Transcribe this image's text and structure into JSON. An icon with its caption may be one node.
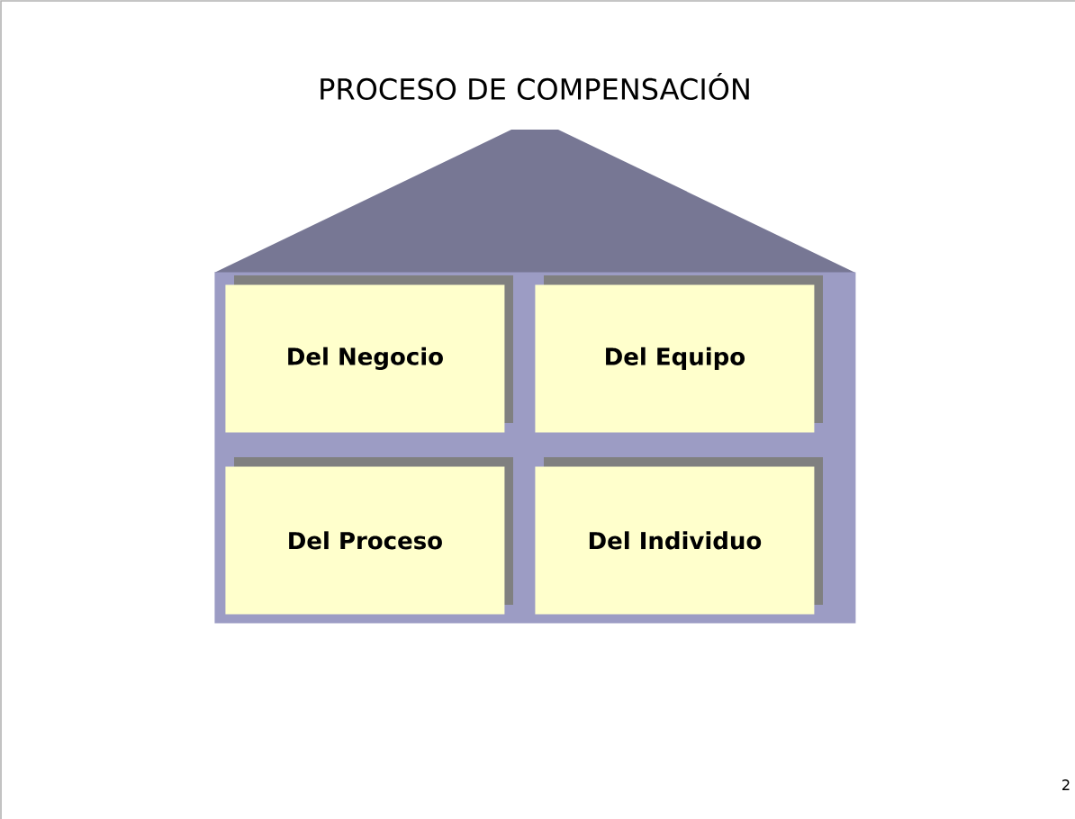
{
  "diagram": {
    "title": "PROCESO DE COMPENSACIÓN",
    "nodes": [
      {
        "text": [],
        "shape": "triangle"
      },
      {
        "text": [],
        "shape": "box"
      },
      {
        "text": [
          "Del Negocio"
        ],
        "in": 1
      },
      {
        "text": [
          "Del Equipo"
        ],
        "in": 1
      },
      {
        "text": [
          "Del Proceso"
        ],
        "in": 1
      },
      {
        "text": [
          "Del Individuo"
        ],
        "in": 1
      }
    ],
    "labels": [
      "2"
    ]
  }
}
